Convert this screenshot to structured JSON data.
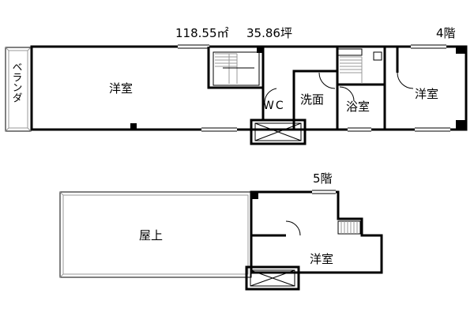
{
  "header": {
    "area_sqm": "118.55㎡",
    "area_tsubo": "35.86坪"
  },
  "floor4": {
    "label": "4階",
    "rooms": {
      "veranda": "ベランダ",
      "western_left": "洋室",
      "wc": "WC",
      "washroom": "洗面",
      "bath": "浴室",
      "western_right": "洋室"
    }
  },
  "floor5": {
    "label": "5階",
    "rooms": {
      "rooftop": "屋上",
      "western": "洋室"
    }
  }
}
